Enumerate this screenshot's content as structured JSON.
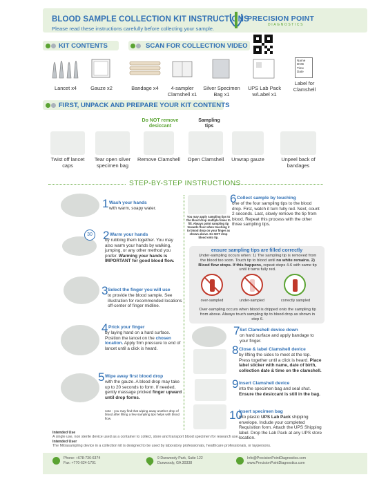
{
  "header": {
    "title": "BLOOD SAMPLE COLLECTION KIT INSTRUCTIONS",
    "subtitle": "Please read these instructions carefully before collecting your sample.",
    "logo_name": "PRECISION POINT",
    "logo_tag": "DIAGNOSTICS"
  },
  "kit_contents": {
    "heading": "KIT CONTENTS",
    "scan_heading": "SCAN FOR COLLECTION VIDEO",
    "items": [
      {
        "label": "Lancet x4"
      },
      {
        "label": "Gauze x2"
      },
      {
        "label": "Bandage x4"
      },
      {
        "label": "4-sampler Clamshell x1"
      },
      {
        "label": "Silver Specimen Bag x1"
      },
      {
        "label": "UPS Lab Pack w/Label x1"
      },
      {
        "label": "Label for Clamshell"
      }
    ],
    "label_card": [
      "Name",
      "DOB",
      "Time",
      "Date"
    ]
  },
  "first_unpack": {
    "heading": "FIRST, UNPACK AND PREPARE YOUR KIT CONTENTS",
    "note_remove": "Do NOT remove desiccant",
    "note_tips": "Sampling tips",
    "items": [
      {
        "label": "Twist off lancet caps"
      },
      {
        "label": "Tear open silver specimen bag"
      },
      {
        "label": "Remove Clamshell"
      },
      {
        "label": "Open Clamshell"
      },
      {
        "label": "Unwrap gauze"
      },
      {
        "label": "Unpeel back of bandages"
      }
    ]
  },
  "steps_heading": "STEP-BY-STEP INSTRUCTIONS",
  "steps": {
    "s1": {
      "num": "1",
      "head": "Wash your hands",
      "text": "with warm, soapy water."
    },
    "s2": {
      "num": "2",
      "head": "Warm your hands",
      "text": "by rubbing them together. You may also warm your hands by walking, jumping, or any other method you prefer.",
      "bold": "Warming your hands is IMPORTANT for good blood flow.",
      "badge": "30"
    },
    "s3": {
      "num": "3",
      "head": "Select the finger you will use",
      "text": "to provide the blood sample. See illustration for recommended locations off-center of finger midline."
    },
    "s4": {
      "num": "4",
      "head": "Prick your finger",
      "text": "by laying hand on a hard surface. Position the lancet on the",
      "chosen": "chosen location.",
      "text2": "Apply firm pressure to end of lancet until a click is heard."
    },
    "s5": {
      "num": "5",
      "head": "Wipe away first blood drop",
      "text": "with the gauze. A blood drop may take up to 20 seconds to form. If needed, gently massage pricked",
      "bold": "finger upward until drop forms.",
      "note": "note - you may find that wiping away another drop of blood after filling a few sampling tips helps with blood flow."
    },
    "s6": {
      "num": "6",
      "head": "Collect sample by touching",
      "text": "one of the four sampling tips to the blood drop. First, watch it turn fully red. Next, count 2 seconds. Last, slowly remove the tip from blood. Repeat this process with the other three sampling tips.",
      "caption": "You may apply sampling tips to the blood drop multiple times to fill. Always point sampling tip towards floor when touching it to blood drop on your finger as shown above. Do NOT drop blood onto tip."
    },
    "s7": {
      "num": "7",
      "head": "Set Clamshell device down",
      "text": "on hard surface and apply bandage to your finger."
    },
    "s8": {
      "num": "8",
      "head": "Close & label Clamshell device",
      "text": "by lifting the sides to meet at the top. Press together until a click is heard.",
      "bold": "Place label sticker with name, date of birth, collection date & time on the clamshell."
    },
    "s9": {
      "num": "9",
      "head": "Insert Clamshell device",
      "text": "into the specimen bag and seal shut.",
      "bold": "Ensure the desiccant is still in the bag."
    },
    "s10": {
      "num": "10",
      "head": "Insert specimen bag",
      "text": "into plastic",
      "bold": "UPS Lab Pack",
      "text2": "shipping envelope. Include your completed Requisition form. Attach the UPS Shipping label. Drop the Lab Pack at any UPS store location."
    }
  },
  "ensure": {
    "head": "ensure sampling tips are filled correctly",
    "text": "Under-sampling occurs when: 1) The sampling tip is removed from the blood too soon. Touch tip to blood until",
    "bold1": "no white remains. 2) Blood flow stops. If this happens,",
    "text2": "repeat steps 4-6 with same tip until it turns fully red.",
    "labels": [
      "over-sampled",
      "under-sampled",
      "correctly sampled"
    ],
    "bottom": "Over-sampling occurs when blood is dripped onto the sampling tip from above. Always touch sampling tip to blood drop as shown in step 6."
  },
  "intended": {
    "h1": "Intended Use",
    "t1": "A single use, non sterile device used as a container to collect, store and transport blood specimen for research use.",
    "h2": "Intended User",
    "t2": "The Mitrasampling device in a collection kit is designed to be used by laboratory professionals, healthcare professionals, or laypersons."
  },
  "footer": {
    "phone": "Phone: +678-736-6374",
    "fax": "Fax: +770-624-1701",
    "addr1": "9 Dunwoody Park, Suite 122",
    "addr2": "Dunwoody, GA 30338",
    "email": "Info@PrecisionPointDiagnostics.com",
    "web": "www.PrecisionPointDiagnostics.com"
  },
  "colors": {
    "blue": "#2f6fb4",
    "green": "#5aa332",
    "pale_green": "#e7f1df"
  }
}
